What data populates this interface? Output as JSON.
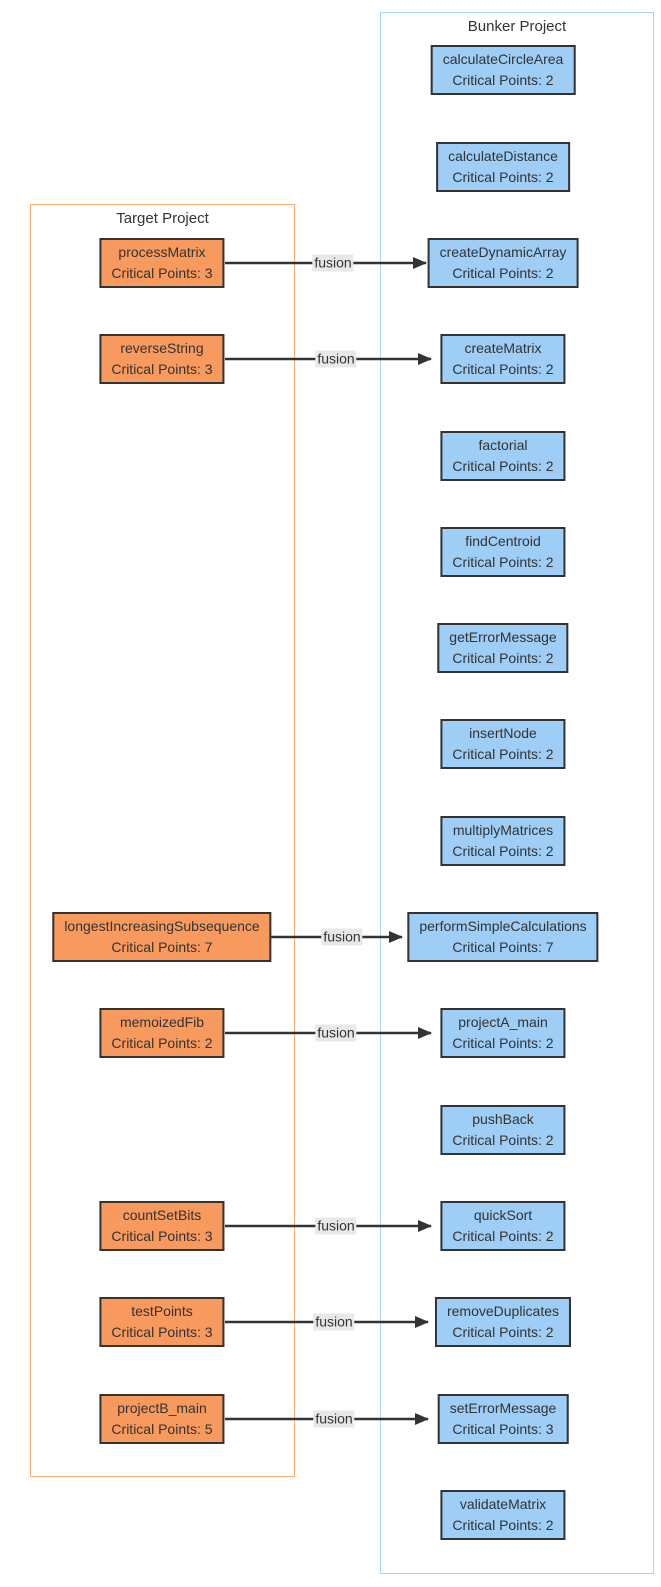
{
  "diagram": {
    "type": "flowchart",
    "containers": {
      "bunker": {
        "title": "Bunker Project"
      },
      "target": {
        "title": "Target Project"
      }
    },
    "colors": {
      "bunker_node_fill": "#9ecdf5",
      "target_node_fill": "#f8995e",
      "node_border": "#333333",
      "bunker_container_border": "#a9d3f5",
      "target_container_border": "#f9ab76",
      "arrow": "#333333",
      "edge_label_bg": "#e8e8e8",
      "text": "#333333"
    },
    "bunker_nodes": [
      {
        "name": "calculateCircleArea",
        "critical": "Critical Points: 2"
      },
      {
        "name": "calculateDistance",
        "critical": "Critical Points: 2"
      },
      {
        "name": "createDynamicArray",
        "critical": "Critical Points: 2"
      },
      {
        "name": "createMatrix",
        "critical": "Critical Points: 2"
      },
      {
        "name": "factorial",
        "critical": "Critical Points: 2"
      },
      {
        "name": "findCentroid",
        "critical": "Critical Points: 2"
      },
      {
        "name": "getErrorMessage",
        "critical": "Critical Points: 2"
      },
      {
        "name": "insertNode",
        "critical": "Critical Points: 2"
      },
      {
        "name": "multiplyMatrices",
        "critical": "Critical Points: 2"
      },
      {
        "name": "performSimpleCalculations",
        "critical": "Critical Points: 7"
      },
      {
        "name": "projectA_main",
        "critical": "Critical Points: 2"
      },
      {
        "name": "pushBack",
        "critical": "Critical Points: 2"
      },
      {
        "name": "quickSort",
        "critical": "Critical Points: 2"
      },
      {
        "name": "removeDuplicates",
        "critical": "Critical Points: 2"
      },
      {
        "name": "setErrorMessage",
        "critical": "Critical Points: 3"
      },
      {
        "name": "validateMatrix",
        "critical": "Critical Points: 2"
      }
    ],
    "target_nodes": [
      {
        "name": "processMatrix",
        "critical": "Critical Points: 3"
      },
      {
        "name": "reverseString",
        "critical": "Critical Points: 3"
      },
      {
        "name": "longestIncreasingSubsequence",
        "critical": "Critical Points: 7"
      },
      {
        "name": "memoizedFib",
        "critical": "Critical Points: 2"
      },
      {
        "name": "countSetBits",
        "critical": "Critical Points: 3"
      },
      {
        "name": "testPoints",
        "critical": "Critical Points: 3"
      },
      {
        "name": "projectB_main",
        "critical": "Critical Points: 5"
      }
    ],
    "edges": [
      {
        "from": "processMatrix",
        "to": "createDynamicArray",
        "label": "fusion"
      },
      {
        "from": "reverseString",
        "to": "createMatrix",
        "label": "fusion"
      },
      {
        "from": "longestIncreasingSubsequence",
        "to": "performSimpleCalculations",
        "label": "fusion"
      },
      {
        "from": "memoizedFib",
        "to": "projectA_main",
        "label": "fusion"
      },
      {
        "from": "countSetBits",
        "to": "quickSort",
        "label": "fusion"
      },
      {
        "from": "testPoints",
        "to": "removeDuplicates",
        "label": "fusion"
      },
      {
        "from": "projectB_main",
        "to": "setErrorMessage",
        "label": "fusion"
      }
    ]
  }
}
